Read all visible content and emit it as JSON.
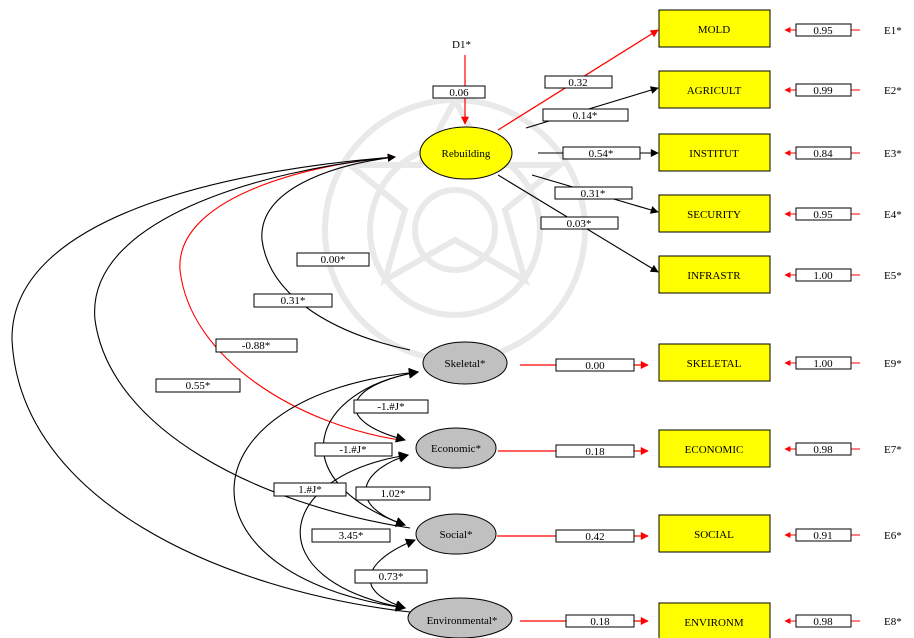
{
  "disturbance": {
    "name": "D1*",
    "coef": "0.06"
  },
  "latent": {
    "rebuilding": "Rebuilding",
    "skeletal": "Skeletal*",
    "economic": "Economic*",
    "social": "Social*",
    "environmental": "Environmental*"
  },
  "indicators": [
    {
      "id": "mold",
      "label": "MOLD",
      "loading": "0.32",
      "error_coef": "0.95",
      "error": "E1*"
    },
    {
      "id": "agricult",
      "label": "AGRICULT",
      "loading": "0.14*",
      "error_coef": "0.99",
      "error": "E2*"
    },
    {
      "id": "institut",
      "label": "INSTITUT",
      "loading": "0.54*",
      "error_coef": "0.84",
      "error": "E3*"
    },
    {
      "id": "security",
      "label": "SECURITY",
      "loading": "0.31*",
      "error_coef": "0.95",
      "error": "E4*"
    },
    {
      "id": "infrastr",
      "label": "INFRASTR",
      "loading": "0.03*",
      "error_coef": "1.00",
      "error": "E5*"
    },
    {
      "id": "skeletal",
      "label": "SKELETAL",
      "loading": "0.00",
      "error_coef": "1.00",
      "error": "E9*"
    },
    {
      "id": "economic",
      "label": "ECONOMIC",
      "loading": "0.18",
      "error_coef": "0.98",
      "error": "E7*"
    },
    {
      "id": "social",
      "label": "SOCIAL",
      "loading": "0.42",
      "error_coef": "0.91",
      "error": "E6*"
    },
    {
      "id": "environm",
      "label": "ENVIRONM",
      "loading": "0.18",
      "error_coef": "0.98",
      "error": "E8*"
    }
  ],
  "covariances": [
    {
      "id": "skeletal-rebuilding",
      "label": "0.00*"
    },
    {
      "id": "economic-rebuilding",
      "label": "0.31*"
    },
    {
      "id": "social-rebuilding",
      "label": "-0.88*"
    },
    {
      "id": "environmental-rebuilding",
      "label": "0.55*"
    },
    {
      "id": "skeletal-economic",
      "label": "-1.#J*"
    },
    {
      "id": "skeletal-social",
      "label": "-1.#J*"
    },
    {
      "id": "skeletal-environmental",
      "label": "1.#J*"
    },
    {
      "id": "economic-social",
      "label": "1.02*"
    },
    {
      "id": "economic-environmental",
      "label": "3.45*"
    },
    {
      "id": "social-environmental",
      "label": "0.73*"
    }
  ],
  "colors": {
    "indicator_fill": "#ffff00",
    "rebuilding_fill": "#ffff00",
    "factor_fill": "#c0c0c0",
    "red_path": "#ff0000",
    "black_path": "#000000"
  }
}
